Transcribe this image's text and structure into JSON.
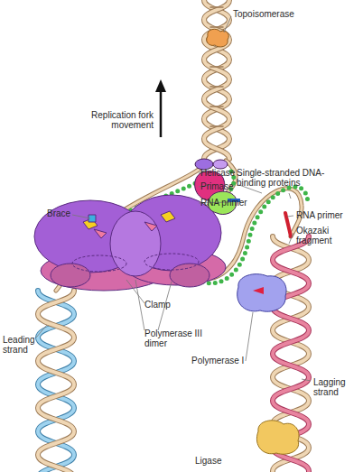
{
  "diagram": {
    "labels": [
      "Topoisomerase",
      "Replication fork movement",
      "Helicase",
      "Primase",
      "RNA primer",
      "Single-stranded DNA-binding proteins",
      "Brace",
      "RNA primer",
      "Okazaki fragment",
      "Clamp",
      "Polymerase III dimer",
      "Leading strand",
      "Polymerase I",
      "Lagging strand",
      "Ligase"
    ]
  }
}
